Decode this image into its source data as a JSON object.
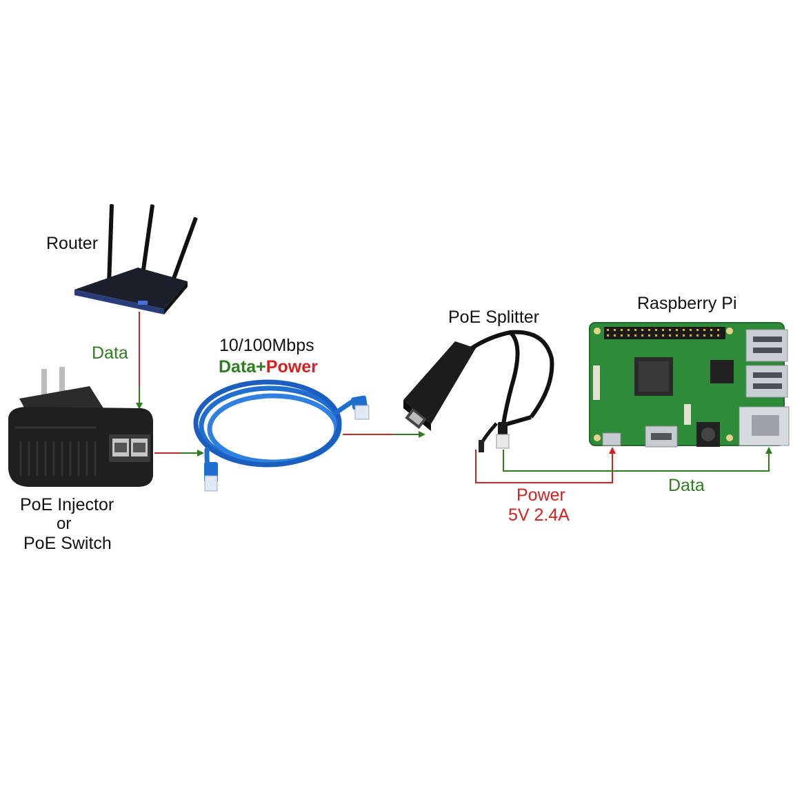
{
  "labels": {
    "router": "Router",
    "data_router": "Data",
    "speed": "10/100Mbps",
    "data_plus": "Data+",
    "power_plus": "Power",
    "poe_splitter": "PoE Splitter",
    "raspberry_pi": "Raspberry Pi",
    "poe_injector": "PoE Injector",
    "or": "or",
    "poe_switch": "PoE Switch",
    "power": "Power",
    "power_spec": "5V 2.4A",
    "data_pi": "Data"
  },
  "colors": {
    "data": "#2e7d1e",
    "power": "#d42020",
    "cable": "#1f6fd0",
    "device": "#1a1a1a",
    "board": "#2e8b3a"
  },
  "icons": {
    "router": "wifi-router-icon",
    "injector": "poe-injector-icon",
    "cable": "ethernet-cable-icon",
    "splitter": "poe-splitter-icon",
    "pi": "raspberry-pi-board-icon"
  }
}
